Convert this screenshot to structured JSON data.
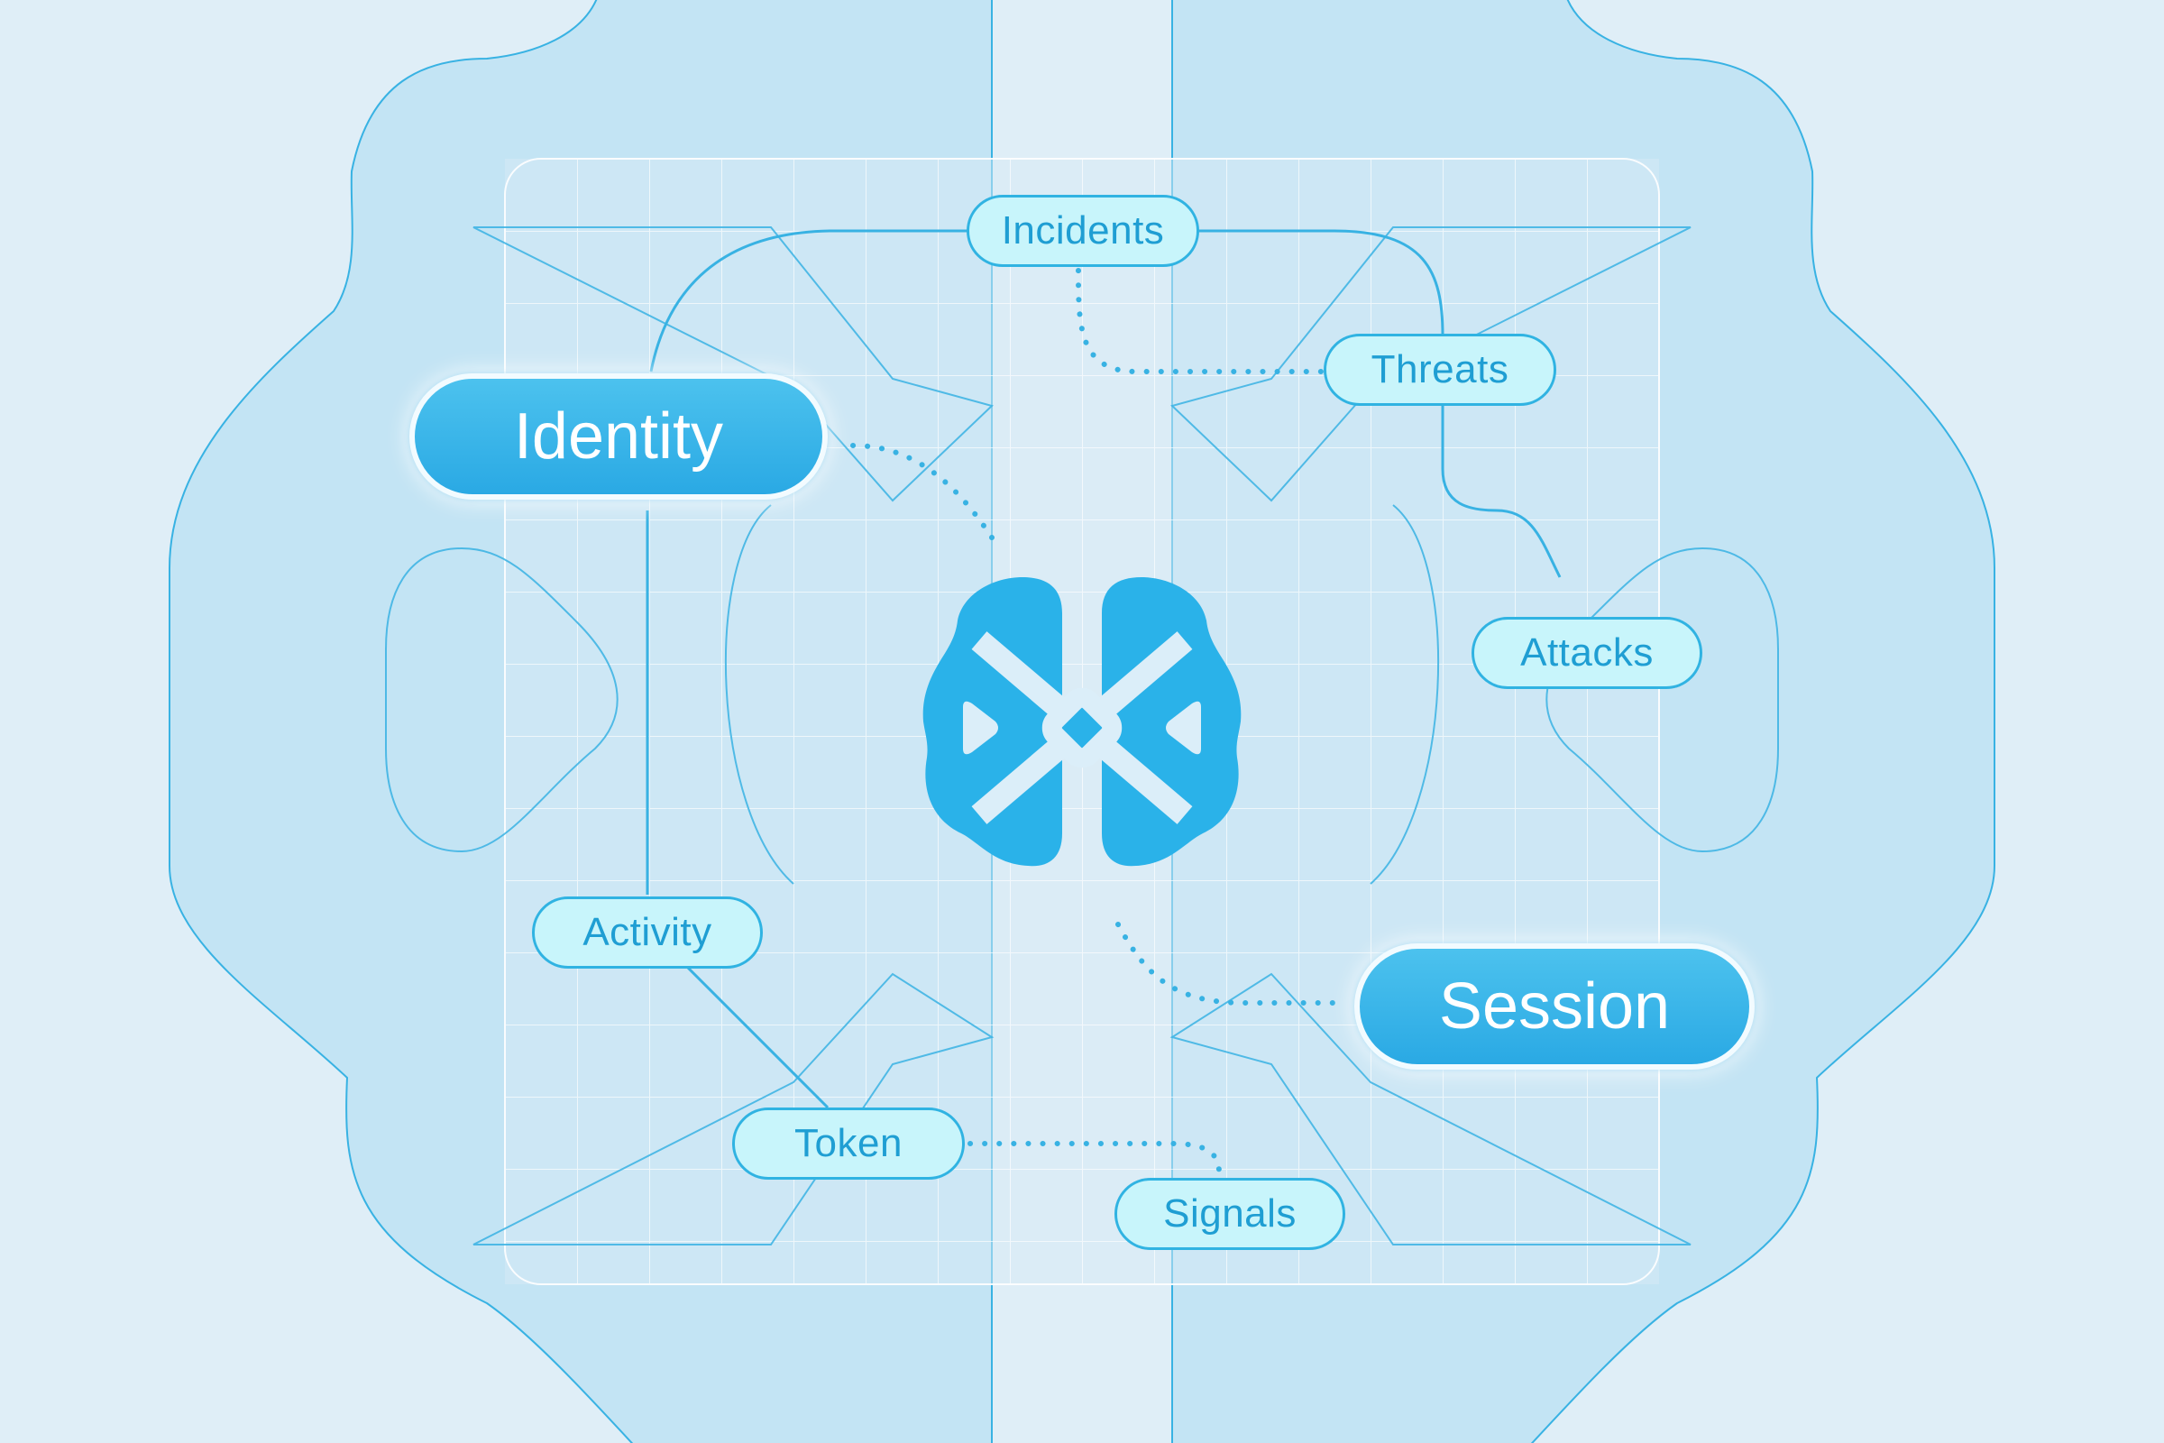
{
  "diagram": {
    "center": {
      "icon": "brain-x-logo-icon"
    },
    "nodes": {
      "incidents": "Incidents",
      "threats": "Threats",
      "identity": "Identity",
      "attacks": "Attacks",
      "activity": "Activity",
      "session": "Session",
      "token": "Token",
      "signals": "Signals"
    },
    "emphasized": [
      "Identity",
      "Session"
    ]
  },
  "colors": {
    "background": "#dfeef7",
    "panel": "#c3e4f4",
    "line": "#38b2e3",
    "accent": "#2ab2e9",
    "pill_fill": "#c8f5fb",
    "pill_text": "#1f9ed3"
  }
}
